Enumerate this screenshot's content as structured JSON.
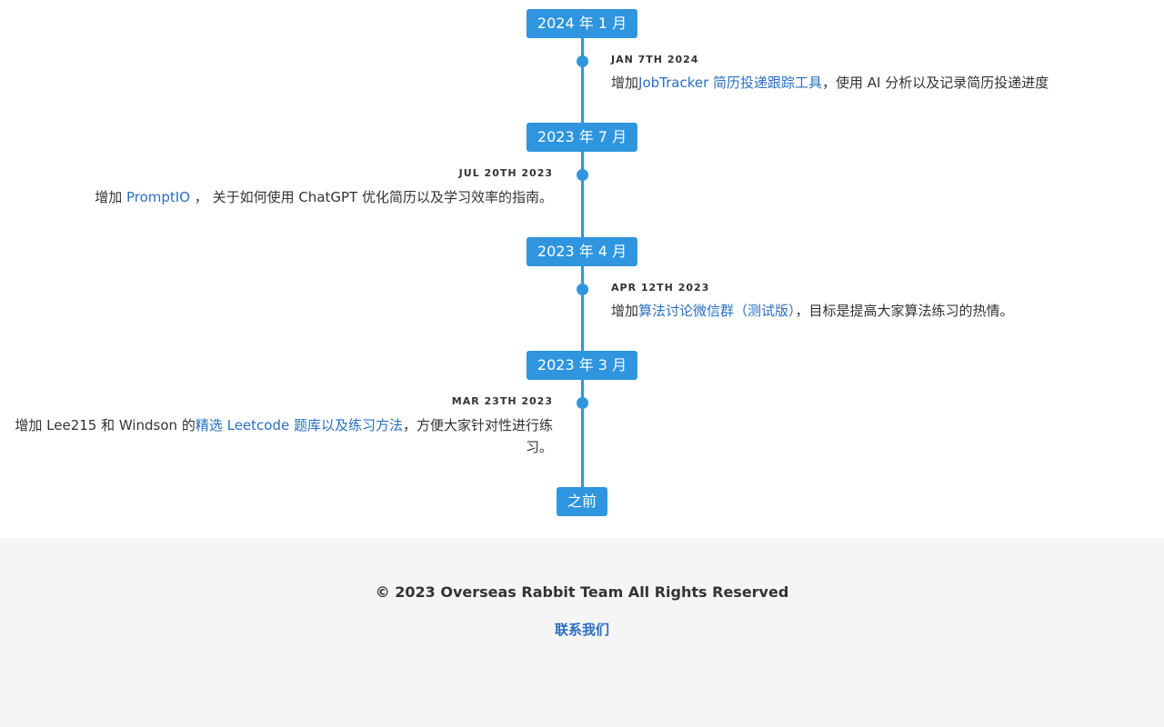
{
  "timeline": {
    "groups": [
      {
        "badge": "2024 年 1 月",
        "date": "JAN 7TH 2024",
        "side": "right",
        "pre": "增加",
        "link": "JobTracker 简历投递跟踪工具",
        "post": "，使用 AI 分析以及记录简历投递进度"
      },
      {
        "badge": "2023 年 7 月",
        "date": "JUL 20TH 2023",
        "side": "left",
        "pre": "增加 ",
        "link": "PromptIO",
        "post": " ， 关于如何使用 ChatGPT 优化简历以及学习效率的指南。"
      },
      {
        "badge": "2023 年 4 月",
        "date": "APR 12TH 2023",
        "side": "right",
        "pre": "增加",
        "link": "算法讨论微信群（测试版）",
        "post": "，目标是提高大家算法练习的热情。"
      },
      {
        "badge": "2023 年 3 月",
        "date": "MAR 23TH 2023",
        "side": "left",
        "pre": "增加 Lee215 和 Windson 的",
        "link": "精选 Leetcode 题库以及练习方法",
        "post": "，方便大家针对性进行练习。"
      }
    ],
    "end_badge": "之前"
  },
  "footer": {
    "copyright": "© 2023 Overseas Rabbit Team All Rights Reserved",
    "contact": "联系我们"
  },
  "colors": {
    "accent": "#2f95de",
    "link": "#2a6fbf",
    "footer_bg": "#f5f5f5"
  }
}
